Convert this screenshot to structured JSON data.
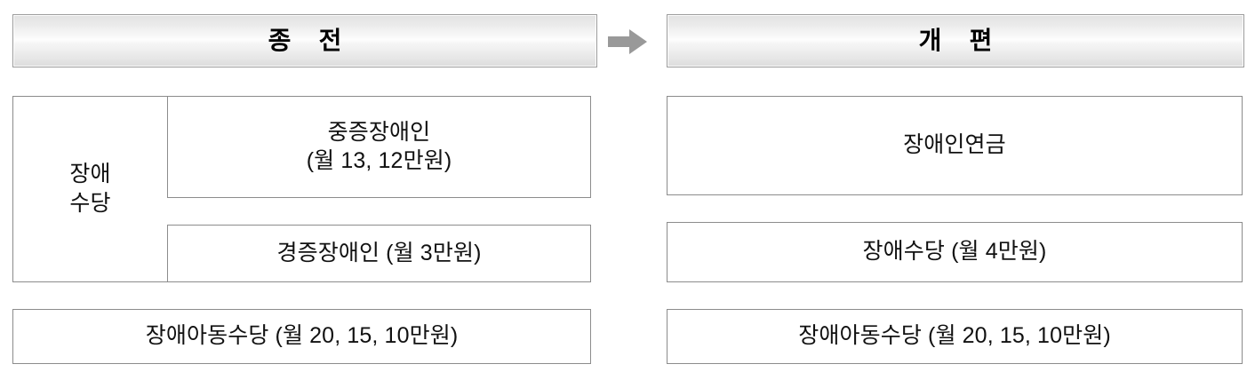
{
  "document": {
    "title": "장애인 수당 개편 비교표",
    "background_color": "#ffffff"
  },
  "colors": {
    "border": "#8c8c8c",
    "banner_border": "#9b9b9b",
    "banner_gradient_top": "#e2e2e2",
    "banner_gradient_mid": "#fdfdfd",
    "banner_gradient_bottom": "#dcdcdc",
    "arrow": "#999999",
    "text": "#111111"
  },
  "banners": {
    "old": {
      "label": "종 전"
    },
    "new": {
      "label": "개 편"
    }
  },
  "arrow": {
    "icon": "arrow-right-icon",
    "direction": "right",
    "color": "#999999"
  },
  "old_scheme": {
    "group_label": "장애\n수당",
    "rows": [
      {
        "label": "중증장애인\n(월 13, 12만원)"
      },
      {
        "label": ""
      },
      {
        "label": "경증장애인 (월 3만원)"
      }
    ],
    "child_allowance": "장애아동수당 (월 20, 15, 10만원)"
  },
  "new_scheme": {
    "pension": "장애인연금",
    "allowance": "장애수당 (월 4만원)",
    "child_allowance": "장애아동수당 (월 20, 15, 10만원)"
  }
}
